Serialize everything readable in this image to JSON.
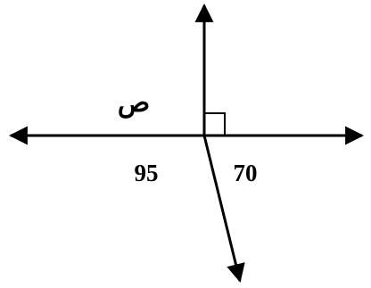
{
  "labels": {
    "unknown_angle": "ص",
    "angle_left": "95",
    "angle_right": "70"
  },
  "colors": {
    "ink": "#000000",
    "background": "#ffffff"
  }
}
